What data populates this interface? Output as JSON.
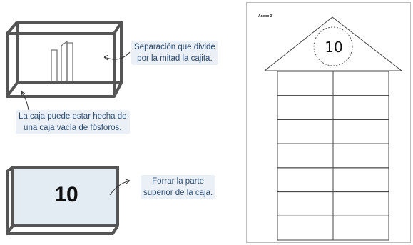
{
  "notes": {
    "divider": [
      "Separación que divide",
      "por la mitad la cajita."
    ],
    "matchbox": [
      "La caja puede estar hecha de",
      "una caja vacía de fósforos."
    ],
    "cover": [
      "Forrar la parte",
      "superior de la caja."
    ]
  },
  "box_number": "10",
  "sheet": {
    "label": "Anexo 3",
    "house_number": "10",
    "grid": {
      "rows": 7,
      "columns": 2
    }
  },
  "colors": {
    "box_stroke": "#555555",
    "note_background": "#eaf0f6",
    "note_text": "#2b4a6f",
    "lid_fill": "#e3ebf3"
  }
}
